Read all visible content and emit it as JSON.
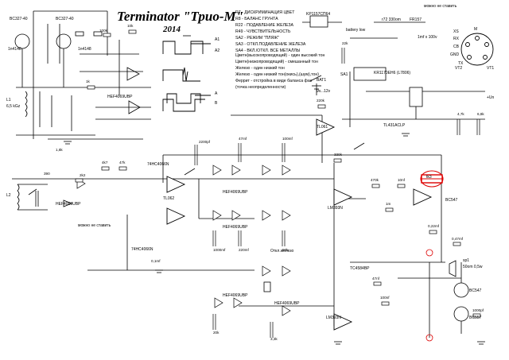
{
  "title": "Terminator \"Трио-М\"",
  "year": "2014",
  "legend": [
    "R7 - ДИСКРИМИНАЦИЯ ЦВЕТ",
    "R8 - БАЛАНС ГРУНТА",
    "R22 - ПОДАВЛЕНИЕ ЖЕЛЕЗА",
    "R49 - ЧУВСТВИТЕЛЬНОСТЬ",
    "SA2 - РЕЖИМ \"ПЛЯЖ\"",
    "SA3 - ОТКЛ.ПОДАВЛЕНИЕ ЖЕЛЕЗА",
    "SA4 - ВКЛ./ОТКЛ. ВСЕ МЕТАЛЛЫ"
  ],
  "notes": [
    "Цветн(высокопроводящий) - один высокий тон",
    "Цветн(низкопроводящий) - смешанный тон",
    "Железо - один низкий тон",
    "Железо - один низкий тон(окись),(шум),тон)",
    "Феррит - отстройка в виде баланса фаз",
    "(точка неопределенности)"
  ],
  "labels": {
    "mozhno_ne_stavit_1": "можно не ставить",
    "mozhno_ne_stavit_2": "можно не ставить",
    "otkl_zheleza": "Откл.железо",
    "battery_low": "battery low",
    "bat1": "BAT1",
    "bat_voltage": "9v...12v",
    "sa1": "SA1",
    "power_plus": "+Un",
    "coil_l1": "L1",
    "coil_l1_freq": "6,5 kGz",
    "coil_l2": "L2",
    "mc1": "74HC4066N",
    "mc_tl061": "TL061",
    "mc_tl062": "TL062",
    "mc_lm393": "LM393N",
    "mc_hef": "HEF4069UBP",
    "mc_tl431": "TL431ACLP",
    "mc_tc4584": "TC4584BP",
    "mc_kr142": "KR1170EH6 (L7806)",
    "mc_kp1157": "KP1157СП64",
    "transistor_q1": "BC327-40",
    "transistor_q2": "BC327-40",
    "transistor_bc547": "BC547",
    "transistor_bc557": "BC557",
    "speaker": "sp1",
    "speaker_spec": "50om 0,5w",
    "led_fr": "FR157",
    "resistor_r72": "r72 330om",
    "cap_1mf": "1mf x 100v",
    "diode_vd1": "1n4148",
    "diode_vd2": "1n4148",
    "xs": "XS",
    "m": "M",
    "tx": "TX",
    "rx": "RX",
    "vt1": "VT1",
    "vt2": "VT2",
    "cb": "CB",
    "gnd": "GND",
    "a1": "A1",
    "a2": "A2",
    "b": "B",
    "a": "A",
    "tk3": "tk3"
  },
  "component_values": [
    "100k",
    "10k",
    "1k",
    "2k2",
    "4k7",
    "47k",
    "220k",
    "330k",
    "470k",
    "1m",
    "10nf",
    "47nf",
    "100nf",
    "0,22mf",
    "0,47mf",
    "1000pf",
    "2200pf",
    "47mf",
    "100mf",
    "1000mf",
    "220mf",
    "50k",
    "20k",
    "3,3k",
    "22k",
    "4,7k",
    "6,8k",
    "1,8k",
    "390",
    "0,1mf"
  ]
}
